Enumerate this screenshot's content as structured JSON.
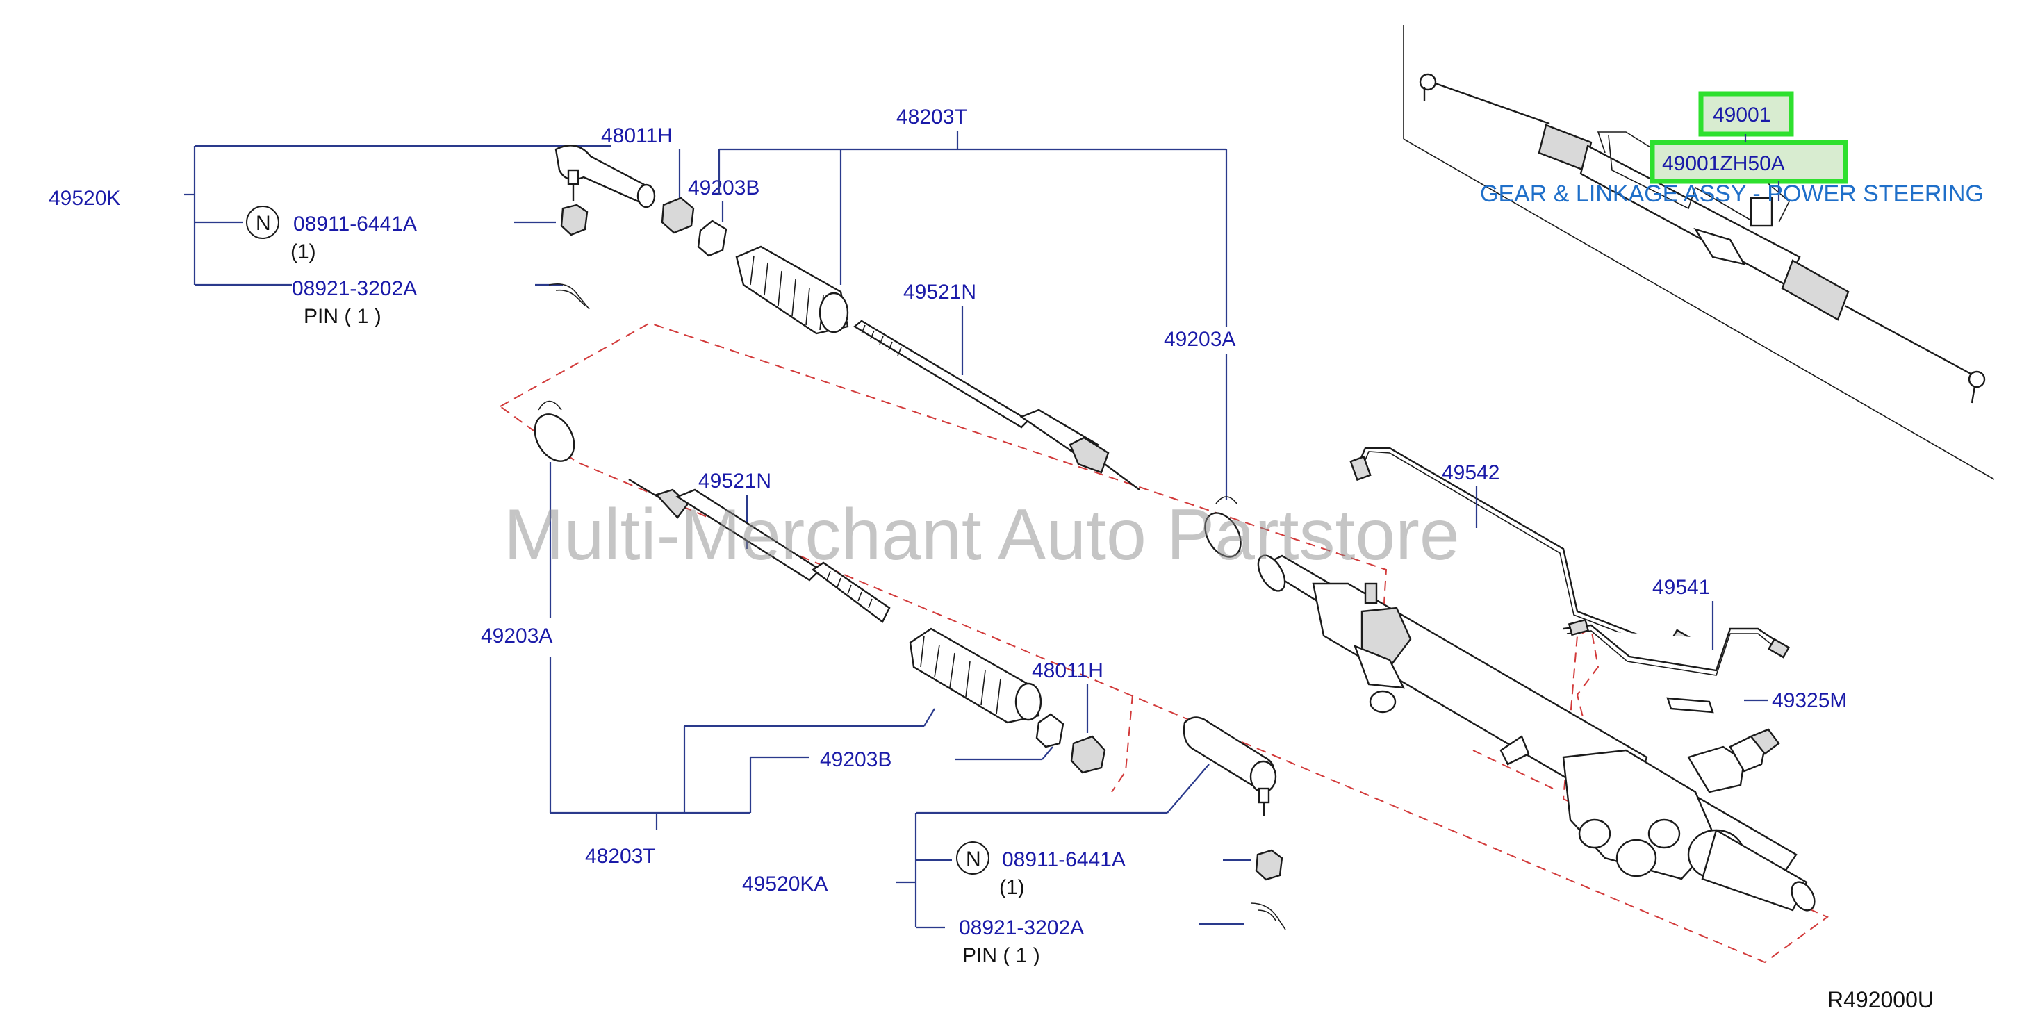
{
  "diagram": {
    "labels": {
      "tie_rod_end_right": "49520K",
      "nut_right": "08911-6441A",
      "nut_right_qty": "(1)",
      "pin_right": "08921-3202A",
      "pin_right_qty": "PIN ( 1 )",
      "lock_nut_upper": "48011H",
      "clamp_b_upper": "49203B",
      "inner_socket_upper": "48203T",
      "socket_shaft_upper": "49521N",
      "clamp_a_upper": "49203A",
      "clamp_a_lower": "49203A",
      "socket_shaft_lower": "49521N",
      "lock_nut_lower": "48011H",
      "clamp_b_lower": "49203B",
      "inner_socket_lower": "48203T",
      "tie_rod_end_left": "49520KA",
      "nut_left": "08911-6441A",
      "nut_left_qty": "(1)",
      "pin_left": "08921-3202A",
      "pin_left_qty": "PIN ( 1 )",
      "tube_high": "49542",
      "tube_low": "49541",
      "connector": "49325M",
      "gear_assy": "49001",
      "gear_assy_partno": "49001ZH50A",
      "gear_assy_name": "GEAR & LINKAGE ASSY - POWER STEERING",
      "nut_symbol_upper": "N",
      "nut_symbol_lower": "N",
      "diagram_ref": "R492000U",
      "watermark": "Multi-Merchant Auto Partstore"
    },
    "colors": {
      "label_blue": "#1a1aa8",
      "caption_blue": "#1f6fc9",
      "highlight_green": "#2ee02e",
      "dash_red": "#d23a3a"
    }
  }
}
